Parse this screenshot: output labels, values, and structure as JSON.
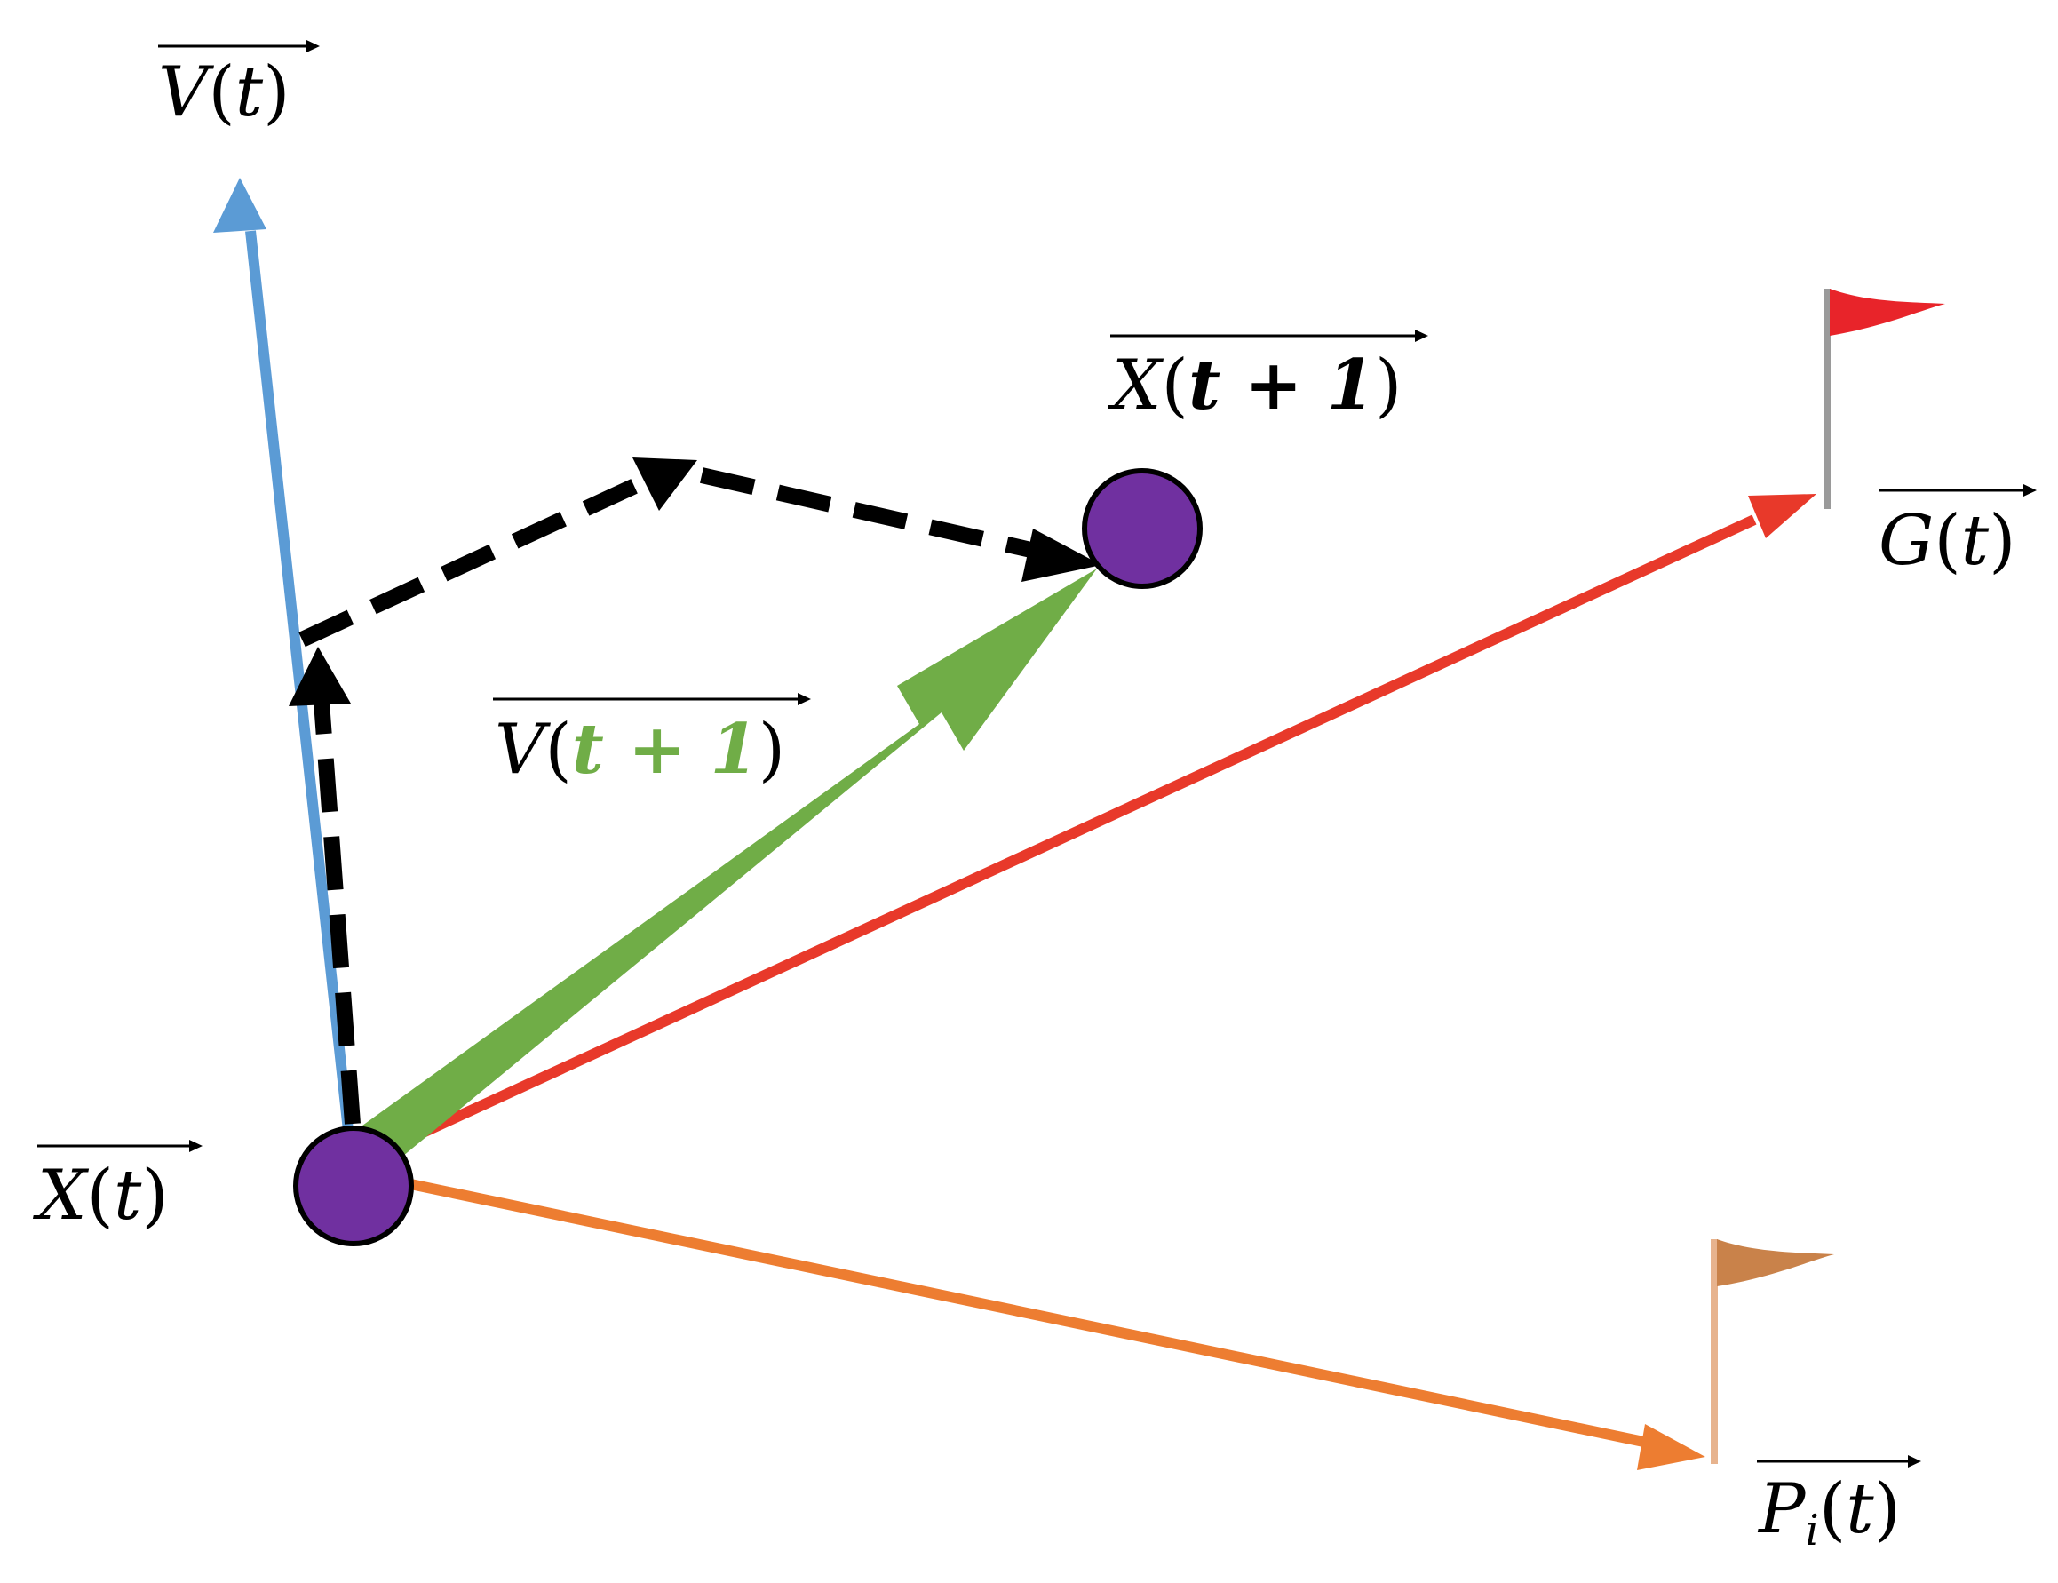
{
  "colors": {
    "particle": "#7030a0",
    "velocity": "#5b9bd5",
    "new_velocity": "#70ad47",
    "global_best": "#e8392a",
    "personal_best": "#ed7d31",
    "path": "#000000",
    "personal_flag": "#c9824a",
    "global_flag": "#e8242a"
  },
  "labels": {
    "velocity_t": {
      "name": "V",
      "open": "(",
      "arg": "t",
      "close": ")"
    },
    "position_t1": {
      "name": "X",
      "open": "(",
      "arg": "t + 1",
      "close": ")"
    },
    "global_best": {
      "name": "G",
      "open": "(",
      "arg": "t",
      "close": ")"
    },
    "velocity_t1": {
      "name": "V",
      "open": "(",
      "arg": "t + 1",
      "close": ")"
    },
    "position_t": {
      "name": "X",
      "open": "(",
      "arg": "t",
      "close": ")"
    },
    "personal_best": {
      "name": "P",
      "sub": "i",
      "open": "(",
      "arg": "t",
      "close": ")"
    }
  },
  "icons": {
    "particle_current": "circle",
    "particle_next": "circle",
    "global_flag": "flag-icon",
    "personal_flag": "flag-icon"
  }
}
